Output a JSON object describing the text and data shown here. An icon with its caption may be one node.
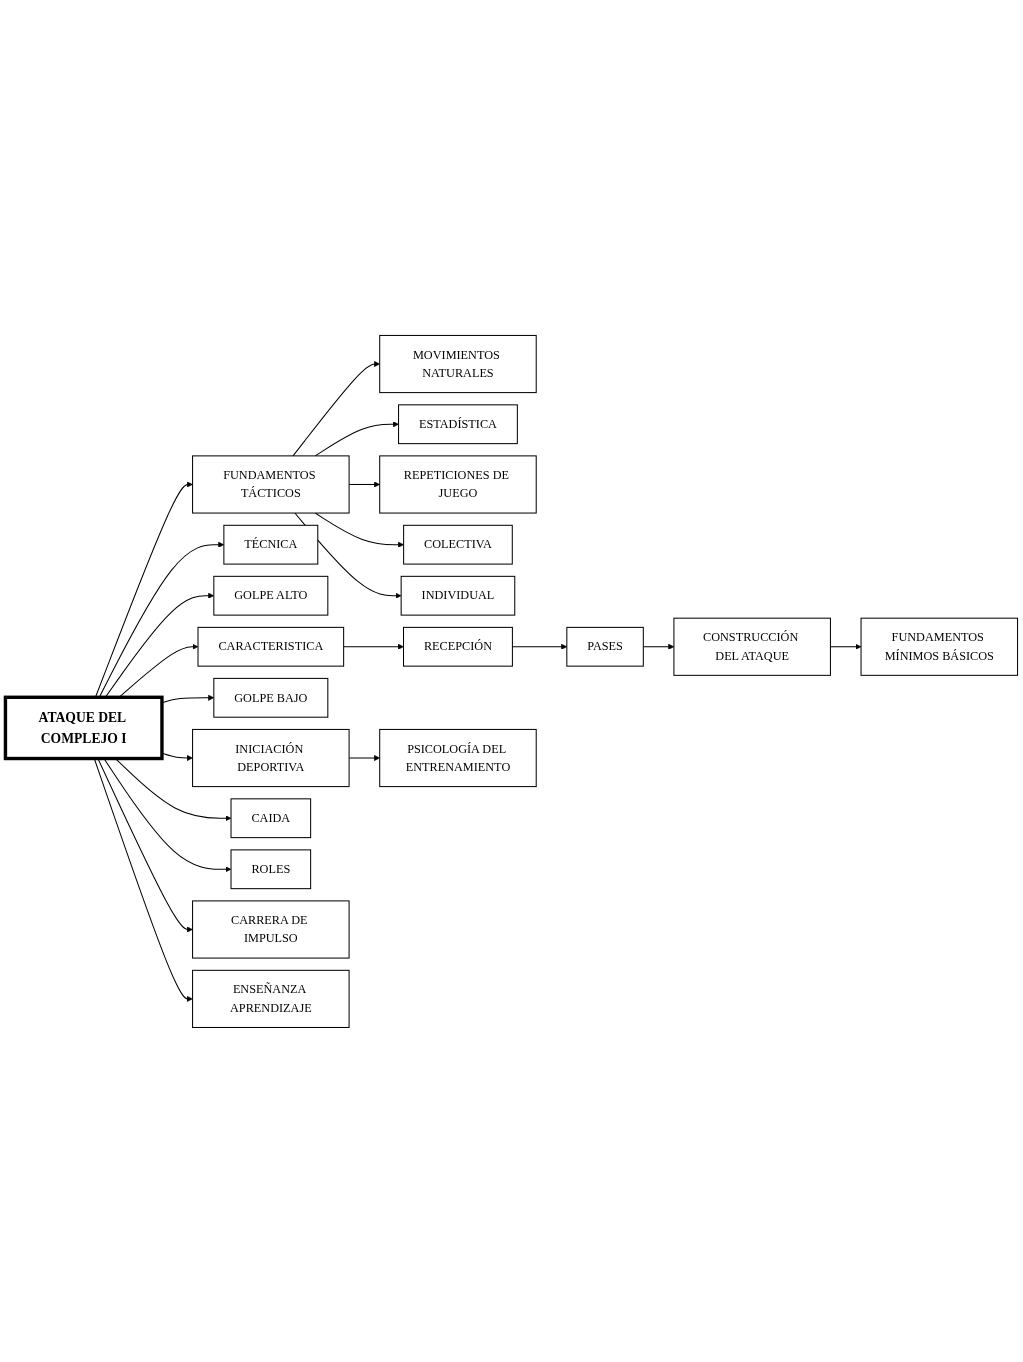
{
  "diagram": {
    "nodes": [
      {
        "text": [
          "MOVIMIENTOS NATURALES"
        ]
      },
      {
        "text": [
          "ESTADÍSTICA"
        ]
      },
      {
        "text": [
          "REPETICIONES DE JUEGO"
        ]
      },
      {
        "text": [
          "COLECTIVA"
        ]
      },
      {
        "text": [
          "FUNDAMENTOS TÁCTICOS"
        ]
      },
      {
        "text": [
          "INDIVIDUAL"
        ]
      },
      {
        "text": [
          "ENSEÑANZA APRENDIZAJE"
        ]
      },
      {
        "text": [
          "TÉCNICA"
        ]
      },
      {
        "text": [
          "ATAQUE DEL COMPLEJO I"
        ]
      },
      {
        "text": [
          "GOLPE ALTO"
        ]
      },
      {
        "text": [
          "CARACTERISTICA"
        ]
      },
      {
        "text": [
          "GOLPE BAJO"
        ]
      },
      {
        "text": [
          "RECEPCIÓN"
        ]
      },
      {
        "text": [
          "INICIACIÓN DEPORTIVA"
        ]
      },
      {
        "text": [
          "CAIDA"
        ]
      },
      {
        "text": [
          "PASES"
        ]
      },
      {
        "text": [
          "ROLES"
        ]
      },
      {
        "text": [
          "CONSTRUCCIÓN DEL ATAQUE"
        ]
      },
      {
        "text": [
          "PSICOLOGÍA DEL ENTRENAMIENTO"
        ]
      },
      {
        "text": [
          "CARRERA DE IMPULSO"
        ]
      },
      {
        "text": [
          "FUNDAMENTOS MÍNIMOS BÁSICOS"
        ]
      }
    ],
    "edges": [
      {
        "from": 8,
        "to": 4,
        "arrow": "to"
      },
      {
        "from": 4,
        "to": 0,
        "arrow": "to"
      },
      {
        "from": 4,
        "to": 1,
        "arrow": "to"
      },
      {
        "from": 4,
        "to": 2,
        "arrow": "to"
      },
      {
        "from": 4,
        "to": 3,
        "arrow": "to"
      },
      {
        "from": 4,
        "to": 5,
        "arrow": "to"
      },
      {
        "from": 8,
        "to": 7,
        "arrow": "to"
      },
      {
        "from": 8,
        "to": 6,
        "arrow": "to"
      },
      {
        "from": 8,
        "to": 10,
        "arrow": "to"
      },
      {
        "from": 8,
        "to": 9,
        "arrow": "to"
      },
      {
        "from": 8,
        "to": 11,
        "arrow": "to"
      },
      {
        "from": 8,
        "to": 14,
        "arrow": "to"
      },
      {
        "from": 8,
        "to": 16,
        "arrow": "to"
      },
      {
        "from": 8,
        "to": 19,
        "arrow": "to"
      },
      {
        "from": 8,
        "to": 13,
        "arrow": "to"
      },
      {
        "from": 10,
        "to": 12,
        "arrow": "to"
      },
      {
        "from": 12,
        "to": 15,
        "arrow": "to"
      },
      {
        "from": 15,
        "to": 17,
        "arrow": "to"
      },
      {
        "from": 17,
        "to": 20,
        "arrow": "to"
      },
      {
        "from": 13,
        "to": 18,
        "arrow": "to"
      }
    ]
  }
}
